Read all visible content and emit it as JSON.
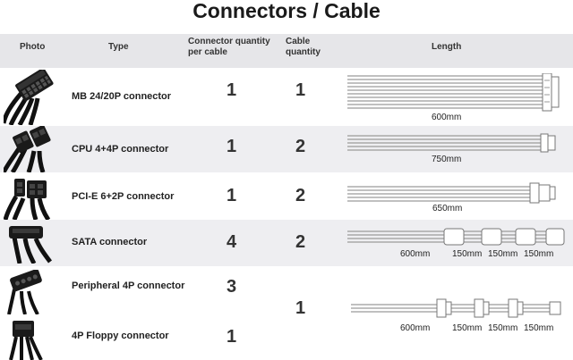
{
  "title": "Connectors / Cable",
  "headers": {
    "photo": "Photo",
    "type": "Type",
    "connector_qty": [
      "Connector quantity",
      "per cable"
    ],
    "cable_qty": [
      "Cable",
      "quantity"
    ],
    "length": "Length"
  },
  "rows": [
    {
      "type": "MB 24/20P connector",
      "connector_qty": "1",
      "cable_qty": "1",
      "lengths": [
        "600mm"
      ]
    },
    {
      "type": "CPU 4+4P connector",
      "connector_qty": "1",
      "cable_qty": "2",
      "lengths": [
        "750mm"
      ]
    },
    {
      "type": "PCI-E 6+2P connector",
      "connector_qty": "1",
      "cable_qty": "2",
      "lengths": [
        "650mm"
      ]
    },
    {
      "type": "SATA connector",
      "connector_qty": "4",
      "cable_qty": "2",
      "lengths": [
        "600mm",
        "150mm",
        "150mm",
        "150mm"
      ]
    },
    {
      "type": "Peripheral 4P connector",
      "connector_qty": "3",
      "cable_qty": "1",
      "lengths": [
        "600mm",
        "150mm",
        "150mm",
        "150mm"
      ]
    },
    {
      "type": "4P Floppy connector",
      "connector_qty": "1",
      "cable_qty": "",
      "lengths": []
    }
  ]
}
